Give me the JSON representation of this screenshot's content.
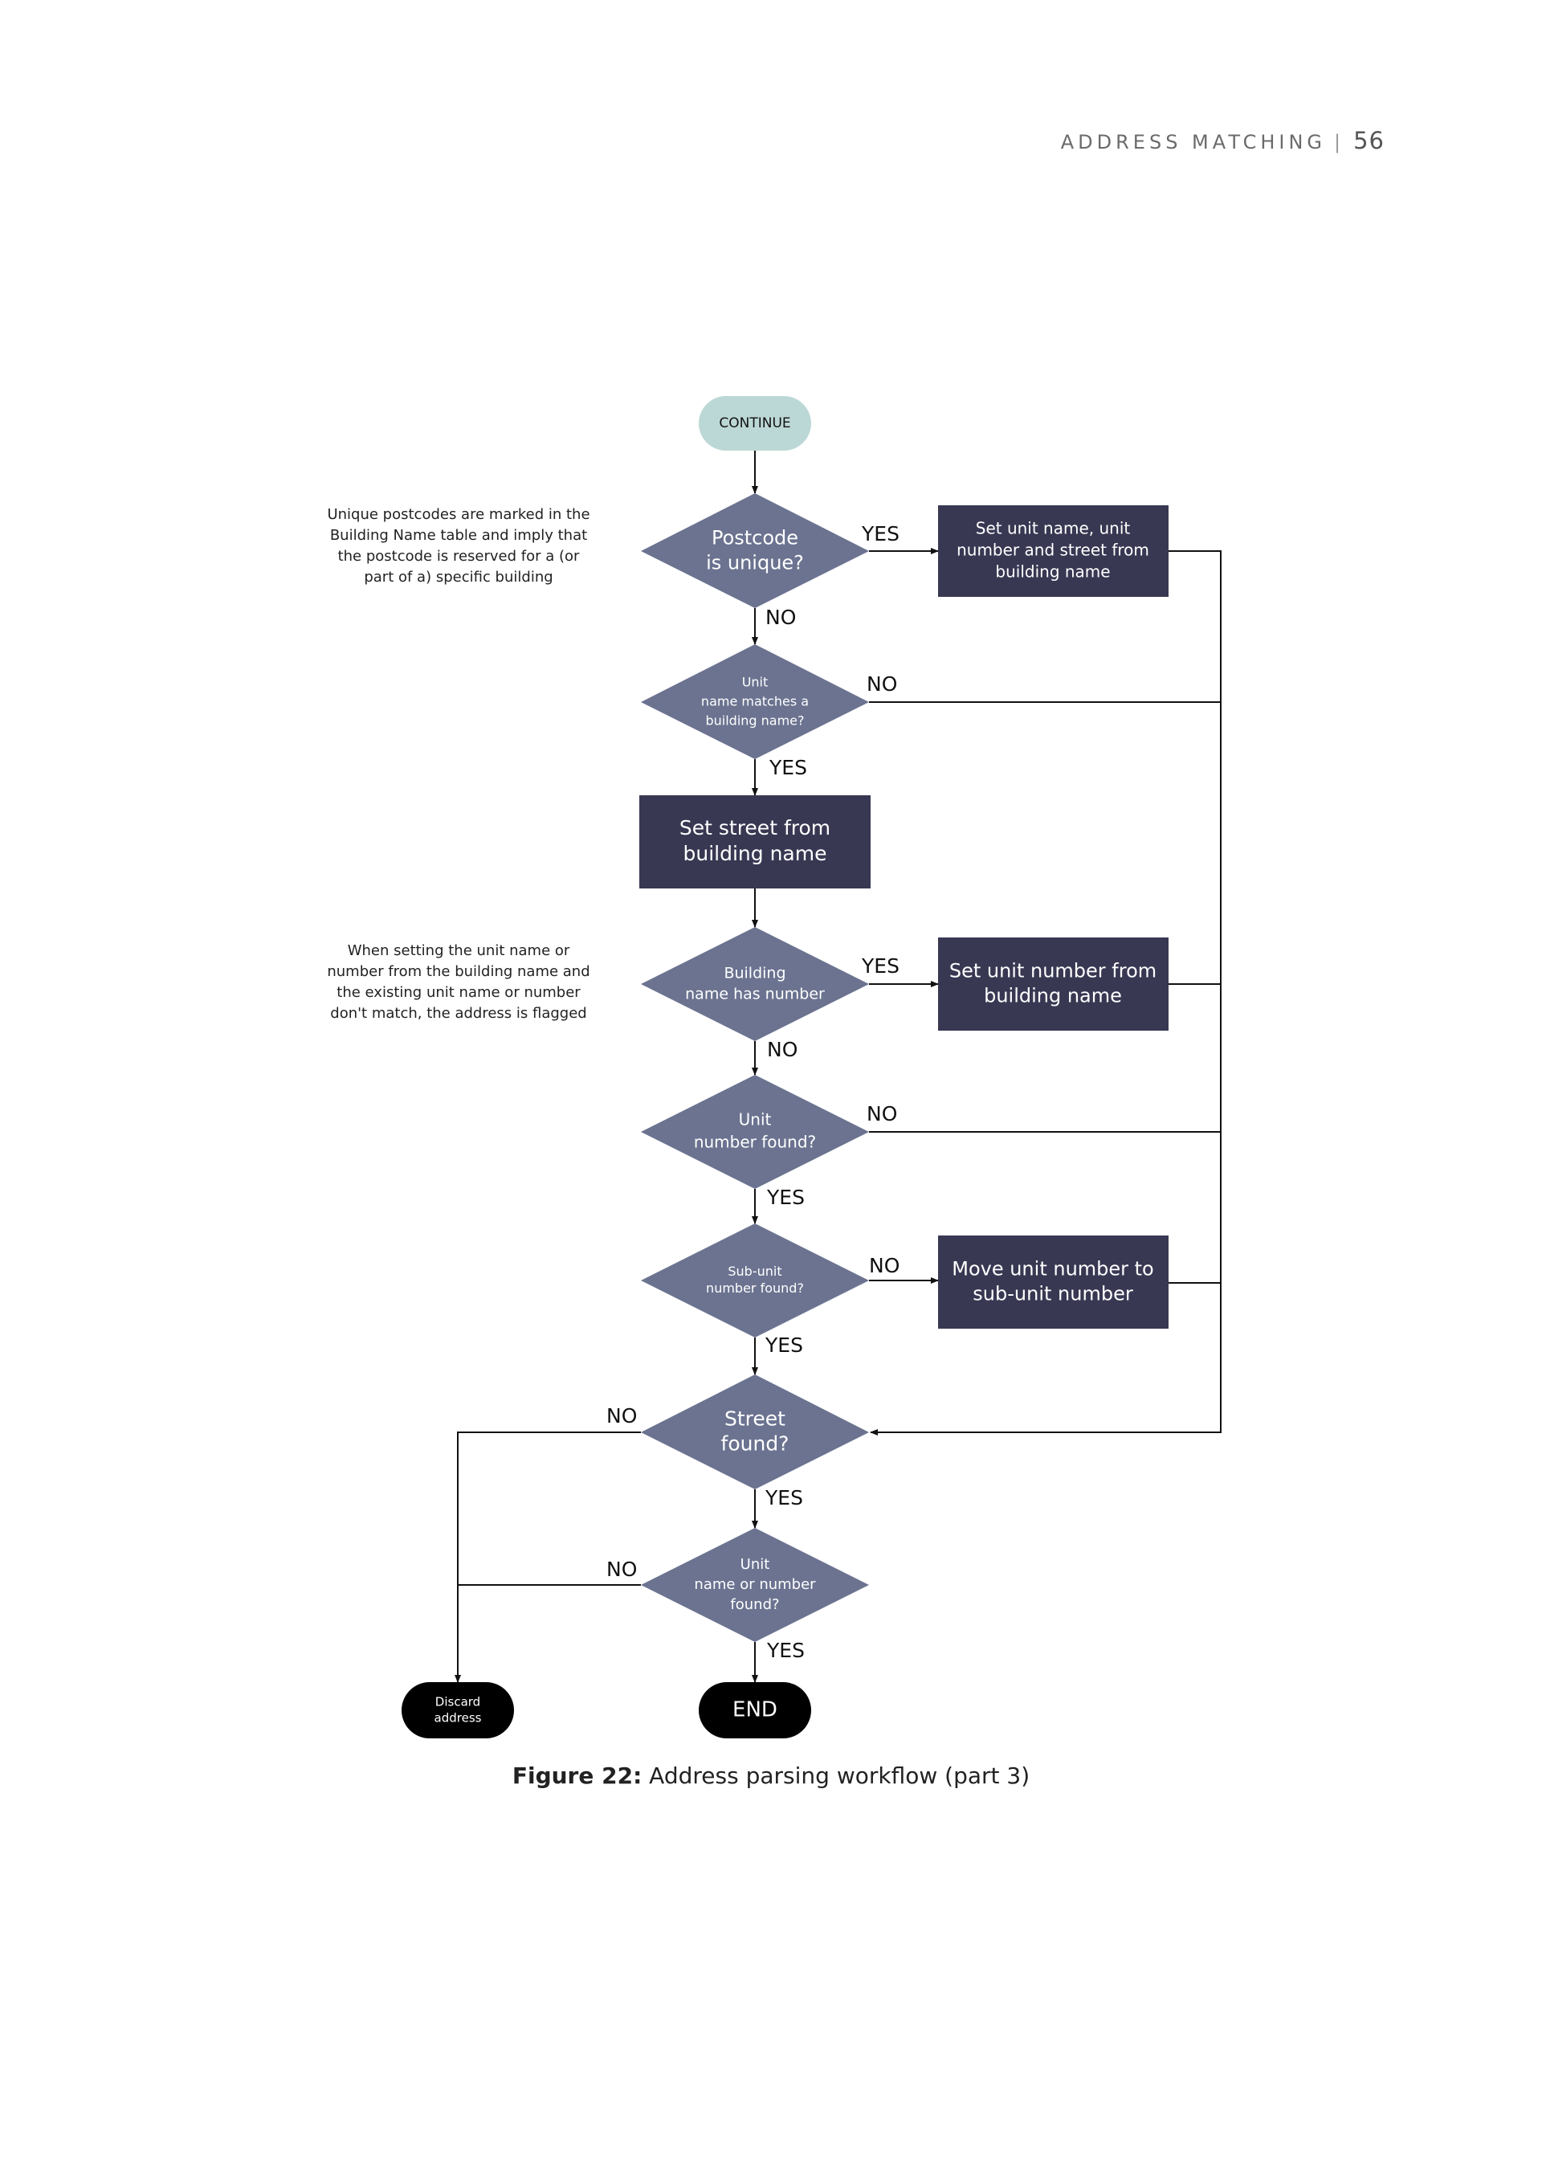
{
  "header": {
    "section": "ADDRESS MATCHING",
    "page_number": "56"
  },
  "colors": {
    "start_node": "#bcd8d6",
    "decision": "#6b7390",
    "process": "#383853",
    "terminal": "#000000",
    "edge": "#111111"
  },
  "notes": {
    "postcode": [
      "Unique postcodes are marked in the",
      "Building Name table and imply that",
      "the postcode is reserved for a (or",
      "part of a) specific building"
    ],
    "flagging": [
      "When setting the unit name or",
      "number from the building name and",
      "the existing unit name or number",
      "don't match, the address is flagged"
    ]
  },
  "nodes": {
    "continue": [
      "CONTINUE"
    ],
    "d_postcode": [
      "Postcode",
      "is unique?"
    ],
    "p_set_unit_name": [
      "Set unit name, unit",
      "number and street from",
      "building name"
    ],
    "d_unit_name_match": [
      "Unit",
      "name matches a",
      "building name?"
    ],
    "p_set_street": [
      "Set street from",
      "building name"
    ],
    "d_building_number": [
      "Building",
      "name has number"
    ],
    "p_set_unit_number": [
      "Set unit number from",
      "building name"
    ],
    "d_unit_number": [
      "Unit",
      "number found?"
    ],
    "d_subunit": [
      "Sub-unit",
      "number found?"
    ],
    "p_move_unit": [
      "Move unit number to",
      "sub-unit number"
    ],
    "d_street": [
      "Street",
      "found?"
    ],
    "d_unit_name_or_number": [
      "Unit",
      "name or number",
      "found?"
    ],
    "end": [
      "END"
    ],
    "discard": [
      "Discard",
      "address"
    ]
  },
  "labels": {
    "yes": "YES",
    "no": "NO"
  },
  "caption": {
    "figure": "Figure 22:",
    "text": " Address parsing workflow (part 3)"
  }
}
